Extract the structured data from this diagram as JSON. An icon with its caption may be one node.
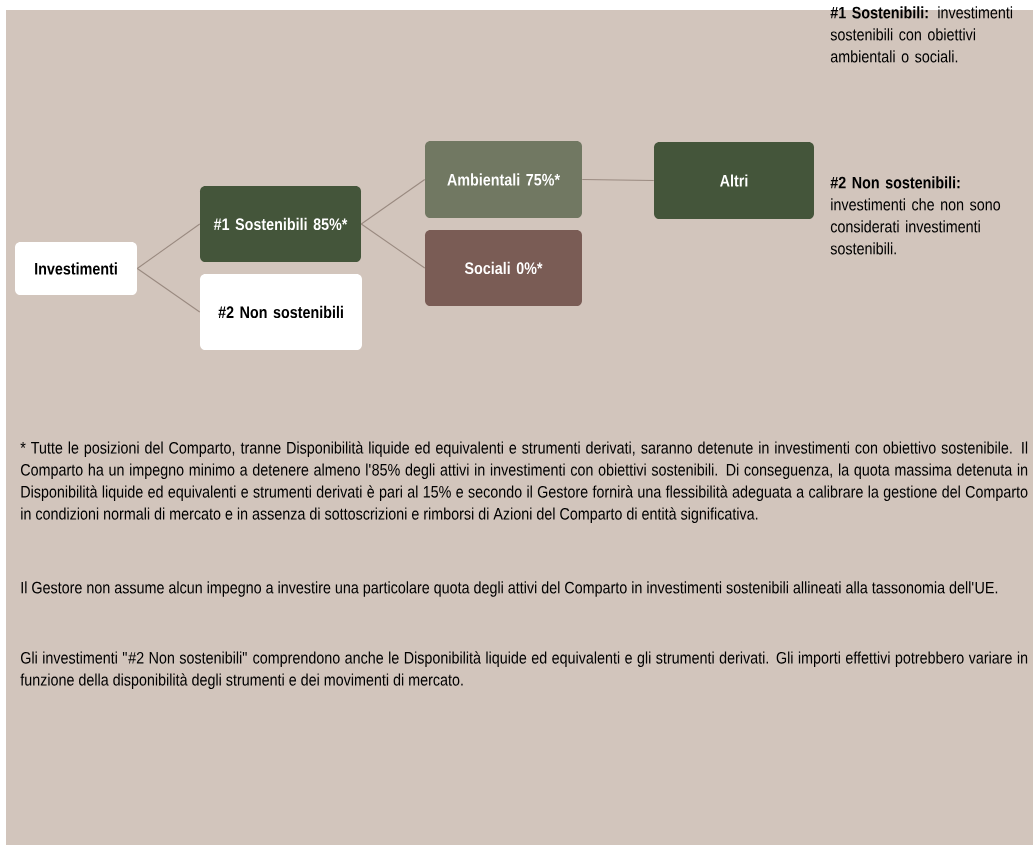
{
  "diagram": {
    "nodes": [
      {
        "text": [
          "Investimenti"
        ]
      },
      {
        "text": [
          "#1 Sostenibili 85%*"
        ]
      },
      {
        "text": [
          "#2 Non sostenibili"
        ]
      },
      {
        "text": [
          "Ambientali 75%*"
        ]
      },
      {
        "text": [
          "Sociali 0%*"
        ]
      },
      {
        "text": [
          "Altri"
        ]
      }
    ],
    "edges": [
      {
        "from": 0,
        "to": 1,
        "arrow": "none"
      },
      {
        "from": 0,
        "to": 2,
        "arrow": "none"
      },
      {
        "from": 1,
        "to": 3,
        "arrow": "none"
      },
      {
        "from": 1,
        "to": 4,
        "arrow": "none"
      },
      {
        "from": 3,
        "to": 5,
        "arrow": "none"
      }
    ],
    "labels": [
      "**#1 Sostenibili:** investimenti sostenibili con obiettivi ambientali o sociali.",
      "**#2 Non sostenibili:** investimenti che non sono considerati investimenti sostenibili.",
      "* Tutte le posizioni del Comparto, tranne Disponibilità liquide ed equivalenti e strumenti derivati, saranno detenute in investimenti con obiettivo sostenibile. Il Comparto ha un impegno minimo a detenere almeno l'85% degli attivi in investimenti con obiettivi sostenibili. Di conseguenza, la quota massima detenuta in Disponibilità liquide ed equivalenti e strumenti derivati è pari al 15% e secondo il Gestore fornirà una flessibilità adeguata a calibrare la gestione del Comparto in condizioni normali di mercato e in assenza di sottoscrizioni e rimborsi di Azioni del Comparto di entità significativa.",
      "Il Gestore non assume alcun impegno a investire una particolare quota degli attivi del Comparto in investimenti sostenibili allineati alla tassonomia dell'UE.",
      "Gli investimenti \"#2 Non sostenibili\" comprendono anche le Disponibilità liquide ed equivalenti e gli strumenti derivati. Gli importi effettivi potrebbero variare in funzione della disponibilità degli strumenti e dei movimenti di mercato."
    ]
  }
}
